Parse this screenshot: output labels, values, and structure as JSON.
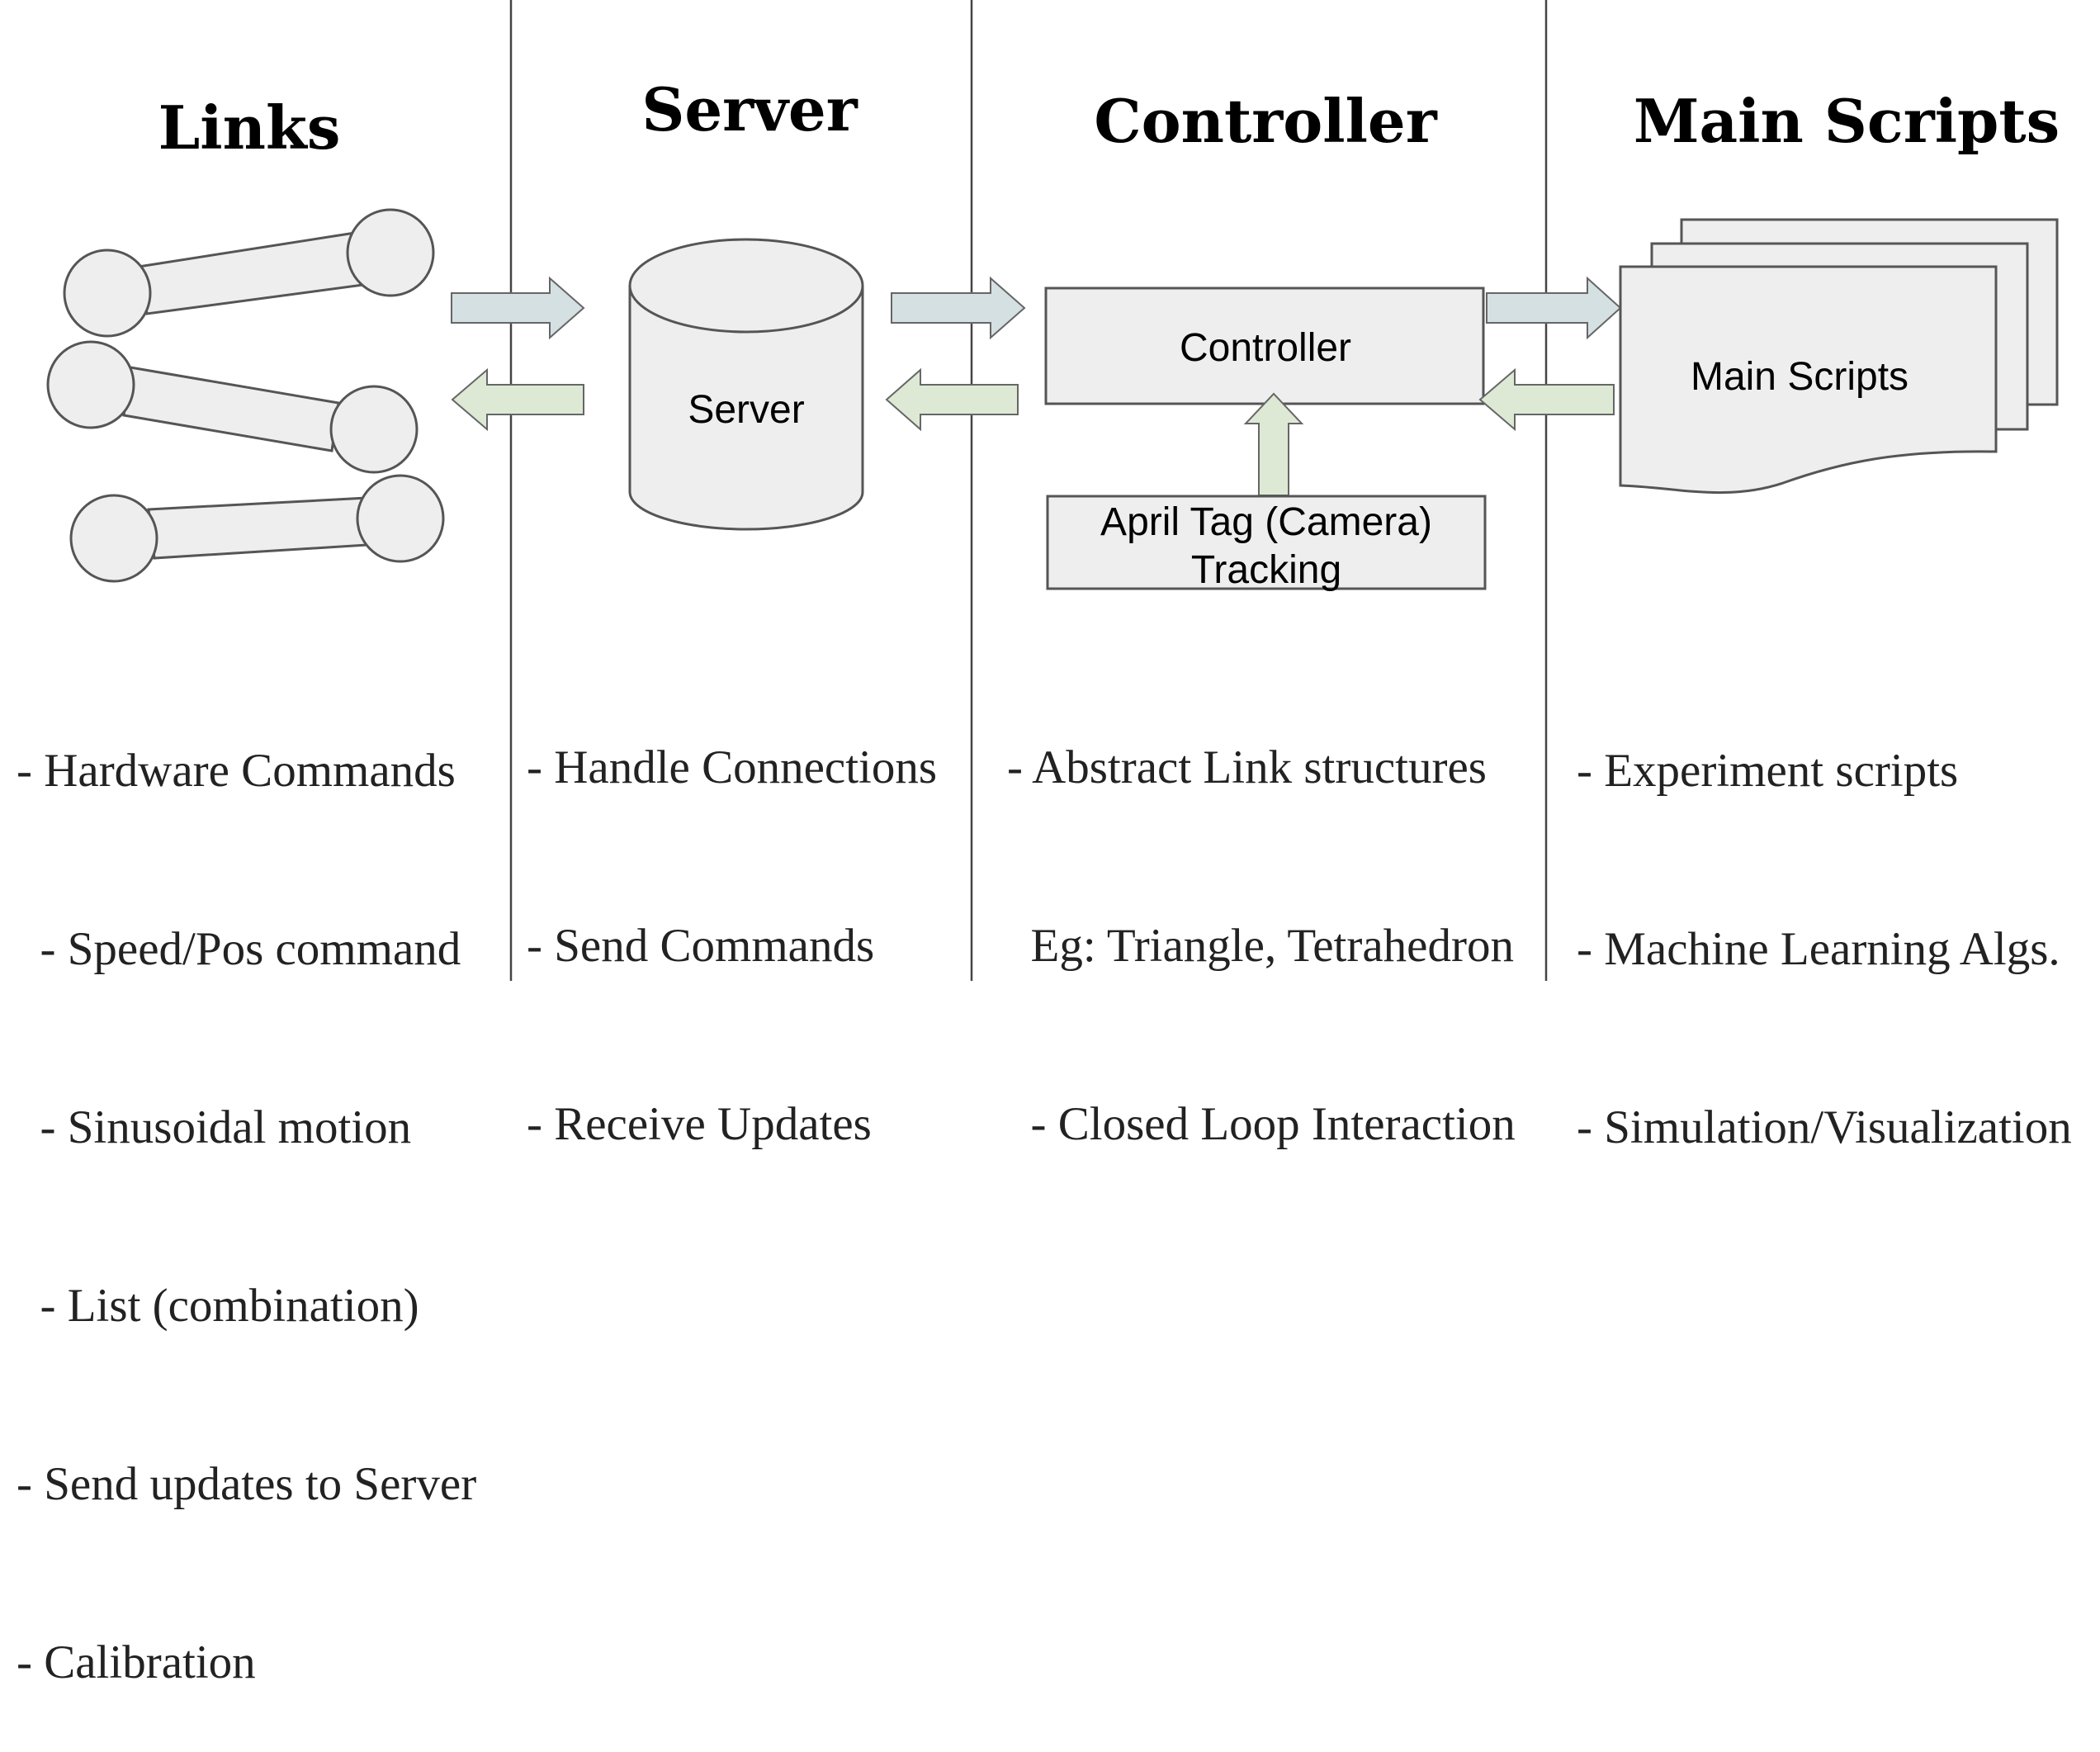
{
  "sections": [
    {
      "title": "Links",
      "bullets": [
        "- Hardware Commands",
        "  - Speed/Pos command",
        "  - Sinusoidal motion",
        "  - List (combination)",
        "- Send updates to Server",
        "- Calibration"
      ]
    },
    {
      "title": "Server",
      "shape_label": "Server",
      "bullets": [
        "- Handle Connections",
        "- Send Commands",
        "- Receive Updates"
      ]
    },
    {
      "title": "Controller",
      "shape_label": "Controller",
      "sub_box_label_line1": "April Tag (Camera)",
      "sub_box_label_line2": "Tracking",
      "bullets": [
        "- Abstract Link structures",
        "  Eg: Triangle, Tetrahedron",
        "  - Closed Loop Interaction"
      ]
    },
    {
      "title": "Main Scripts",
      "shape_label": "Main Scripts",
      "bullets": [
        "- Experiment scripts",
        "- Machine Learning Algs.",
        "- Simulation/Visualization"
      ]
    }
  ],
  "colors": {
    "shape_fill": "#eeeeee",
    "arrow_forward": "#d5e0e3",
    "arrow_back": "#dde9d5",
    "divider": "#444444"
  }
}
